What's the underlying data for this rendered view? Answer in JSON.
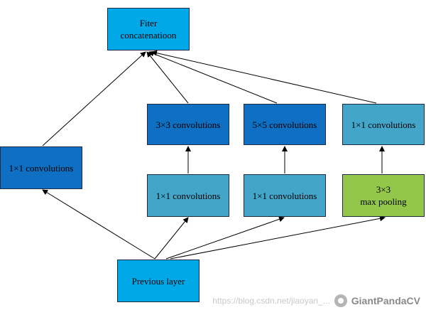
{
  "nodes": {
    "filter_concat": "Fiter\nconcatenatioon",
    "conv1x1_left": "1×1 convolutions",
    "conv3x3": "3×3 convolutions",
    "conv5x5": "5×5 convolutions",
    "conv1x1_pool_out": "1×1 convolutions",
    "conv1x1_mid_a": "1×1 convolutions",
    "conv1x1_mid_b": "1×1 convolutions",
    "max_pool": "3×3\nmax pooling",
    "previous_layer": "Previous layer"
  },
  "colors": {
    "bright_blue": "#00a8e8",
    "dark_blue": "#0f6fc2",
    "teal": "#43a6c9",
    "green": "#93c74b",
    "arrow": "#000000"
  },
  "watermark": {
    "url": "https://blog.csdn.net/jiaoyan_...",
    "brand": "GiantPandaCV"
  }
}
